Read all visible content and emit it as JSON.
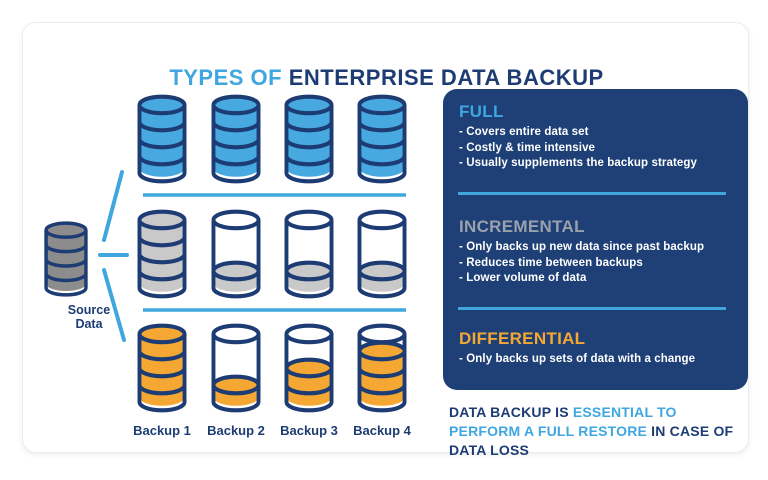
{
  "colors": {
    "navy": "#1d3c74",
    "panel_navy": "#1e4076",
    "light_blue": "#3fa6e0",
    "silver": "#9ba1ab",
    "orange": "#f5a733",
    "blue_fill": "#47a9e0",
    "incremental_gray_fill": "#c9c9c9",
    "source_gray_fill": "#8c8c8c",
    "outline_navy": "#1d3c74"
  },
  "title": {
    "prefix": "TYPES OF ",
    "main": "ENTERPRISE DATA BACKUP"
  },
  "source": {
    "label_line1": "Source",
    "label_line2": "Data",
    "fill_level": 4
  },
  "backup_grid": {
    "column_labels": [
      "Backup 1",
      "Backup 2",
      "Backup 3",
      "Backup 4"
    ],
    "rows": [
      {
        "name": "full",
        "fill_color": "#47a9e0",
        "levels": [
          4,
          4,
          4,
          4
        ]
      },
      {
        "name": "incremental",
        "fill_color": "#c9c9c9",
        "levels": [
          4,
          1,
          1,
          1
        ]
      },
      {
        "name": "differential",
        "fill_color": "#f5a733",
        "levels": [
          4,
          1,
          2,
          3
        ]
      }
    ]
  },
  "panel": {
    "bullet_marker": "-",
    "sections": [
      {
        "heading": "FULL",
        "heading_color": "#3fa6e0",
        "bullets": [
          "Covers entire data set",
          "Costly & time intensive",
          "Usually supplements the backup strategy"
        ]
      },
      {
        "heading": "INCREMENTAL",
        "heading_color": "#9ba1ab",
        "bullets": [
          "Only backs up new data since past backup",
          "Reduces time between backups",
          "Lower volume of data"
        ]
      },
      {
        "heading": "DIFFERENTIAL",
        "heading_color": "#f5a733",
        "bullets": [
          "Only backs up sets of data with a change"
        ]
      }
    ]
  },
  "caption": {
    "segments": [
      {
        "text": "DATA BACKUP IS ",
        "style": "navy"
      },
      {
        "text": "ESSENTIAL TO PERFORM A FULL RESTORE",
        "style": "light_blue"
      },
      {
        "text": " IN CASE OF DATA LOSS",
        "style": "navy"
      }
    ]
  }
}
